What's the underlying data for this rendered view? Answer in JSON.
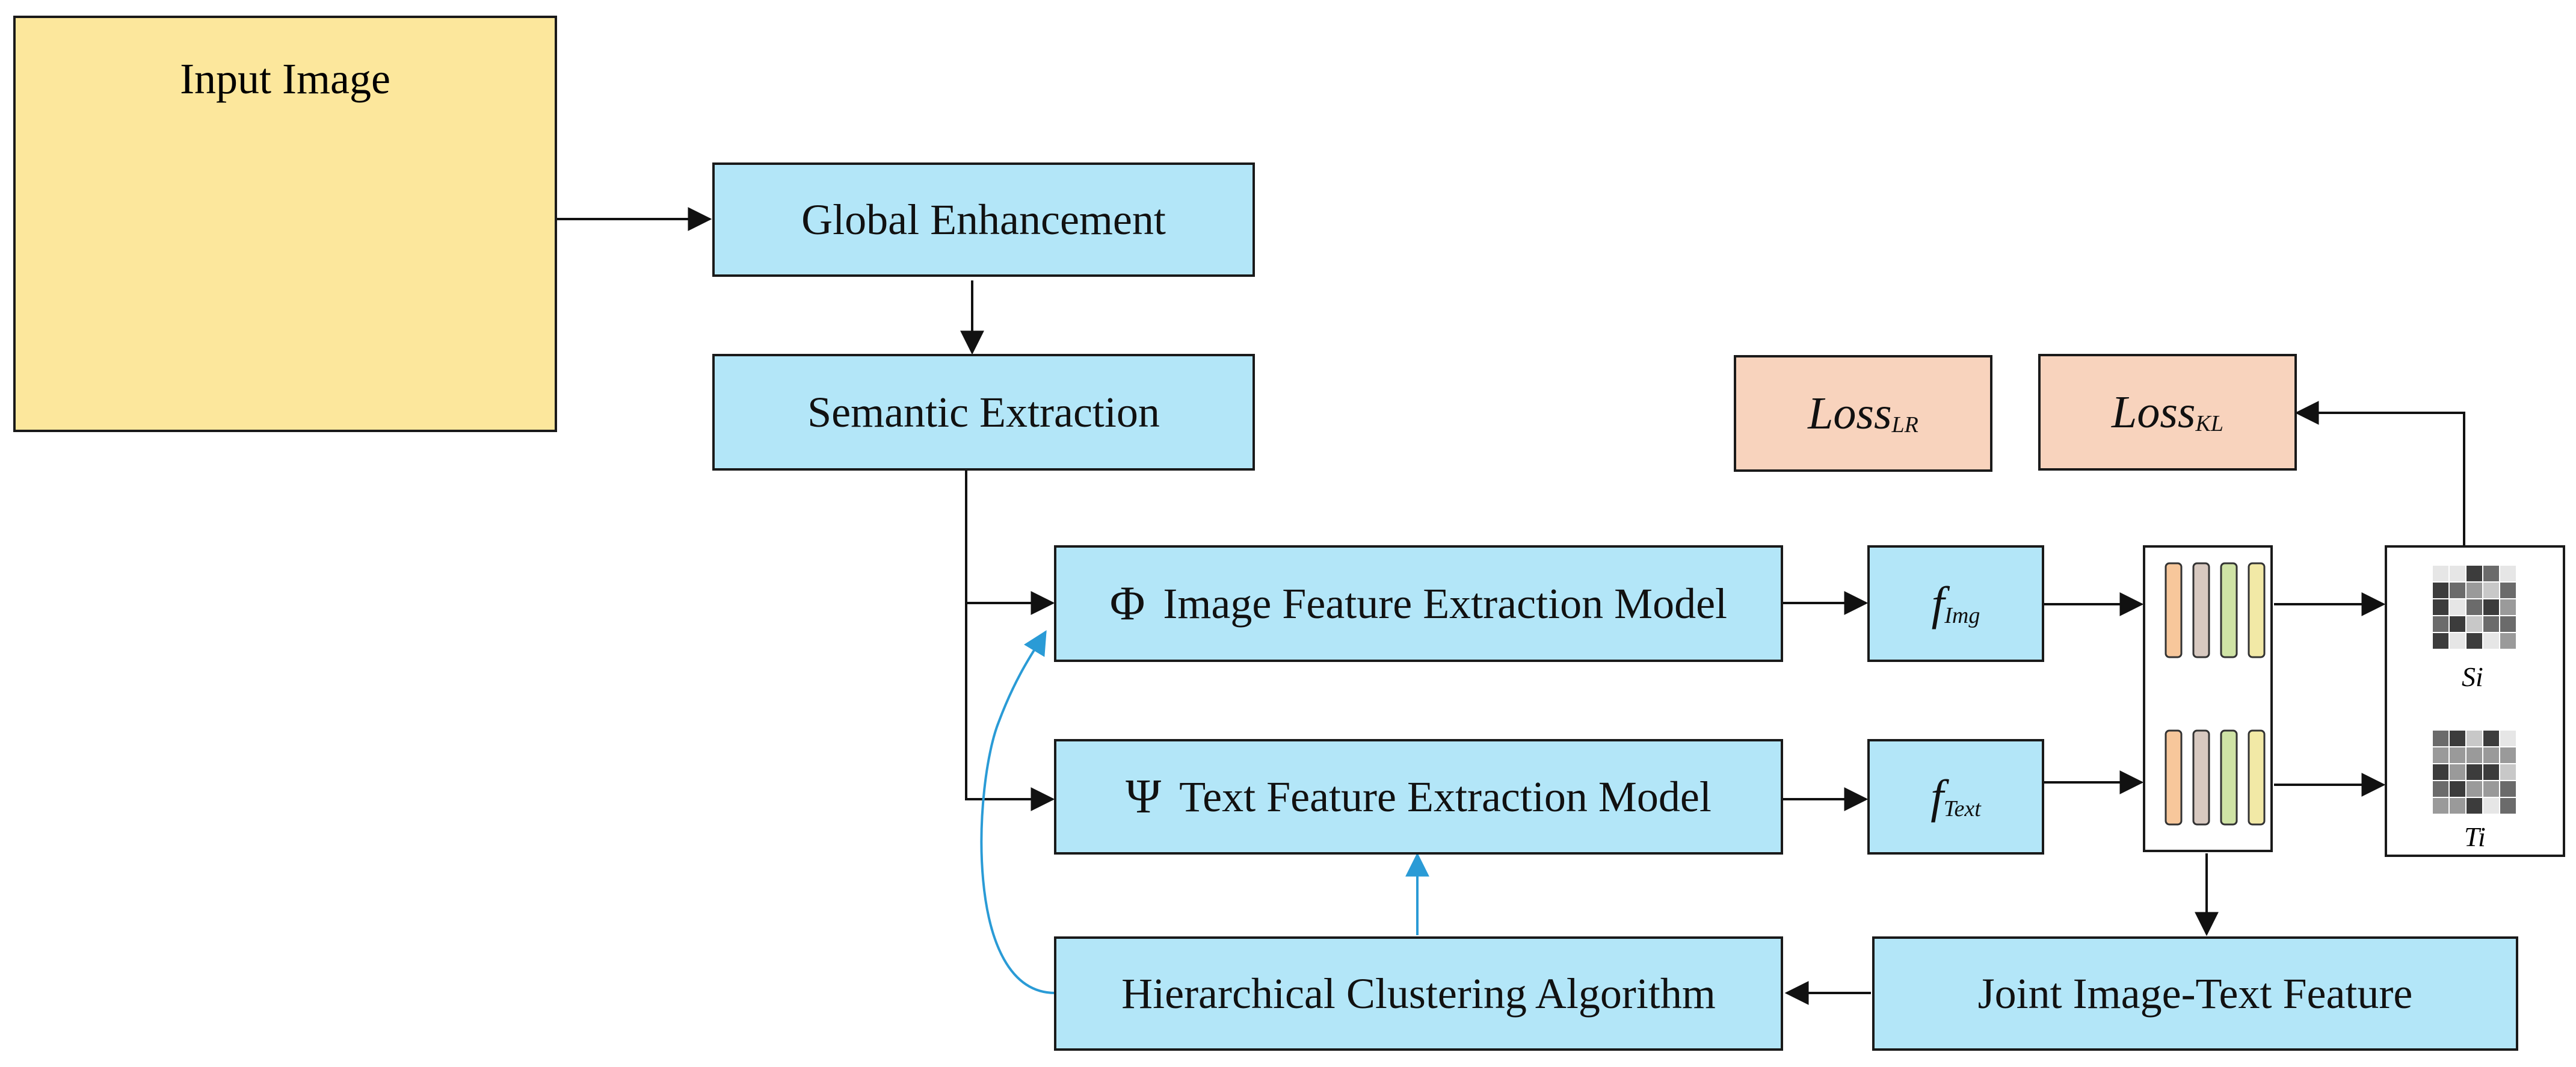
{
  "input": {
    "title": "Input Image"
  },
  "blocks": {
    "global_enhancement": "Global Enhancement",
    "semantic_extraction": "Semantic Extraction",
    "image_feature_symbol": "Φ",
    "image_feature": "Image Feature Extraction Model",
    "text_feature_symbol": "Ψ",
    "text_feature": "Text Feature Extraction Model",
    "clustering": "Hierarchical Clustering Algorithm",
    "joint_feature": "Joint Image-Text Feature"
  },
  "features": {
    "img_base": "f",
    "img_sub": "Img",
    "text_base": "f",
    "text_sub": "Text"
  },
  "losses": {
    "lr_base": "Loss",
    "lr_sub": "LR",
    "kl_base": "Loss",
    "kl_sub": "KL"
  },
  "matrices": {
    "top_label": "Si",
    "bottom_label": "Ti"
  },
  "colors": {
    "block": "#b3e6f8",
    "loss": "#f8d3bd",
    "input": "#fce79c",
    "feature_panel": "#fdf4dd",
    "feedback_arrow": "#2a9bd6",
    "bar_colors": [
      "#f7c79b",
      "#d8c9c0",
      "#cfe3a5",
      "#f2e9a6"
    ]
  }
}
